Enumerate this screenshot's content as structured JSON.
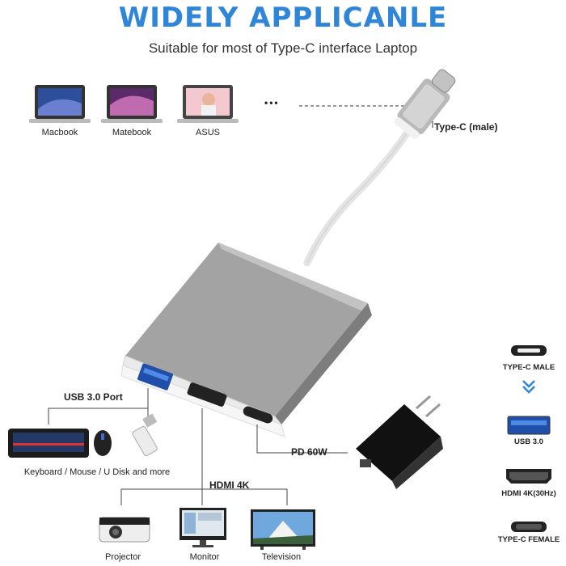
{
  "header": {
    "title": "WIDELY APPLICANLE",
    "subtitle": "Suitable for most of Type-C interface Laptop"
  },
  "laptops": [
    {
      "label": "Macbook"
    },
    {
      "label": "Matebook"
    },
    {
      "label": "ASUS"
    }
  ],
  "ellipsis": "•••",
  "connector_label": "Type-C (male)",
  "ports": {
    "usb": "USB 3.0 Port",
    "usb_devices": "Keyboard / Mouse / U Disk and more",
    "hdmi": "HDMI 4K",
    "pd": "PD 60W"
  },
  "displays": [
    {
      "label": "Projector"
    },
    {
      "label": "Monitor"
    },
    {
      "label": "Television"
    }
  ],
  "legend": [
    {
      "label": "TYPE-C MALE"
    },
    {
      "label": "USB 3.0"
    },
    {
      "label": "HDMI 4K(30Hz)"
    },
    {
      "label": "TYPE-C FEMALE"
    }
  ],
  "colors": {
    "accent": "#2f86d8",
    "hub": "#9a9a9a"
  }
}
